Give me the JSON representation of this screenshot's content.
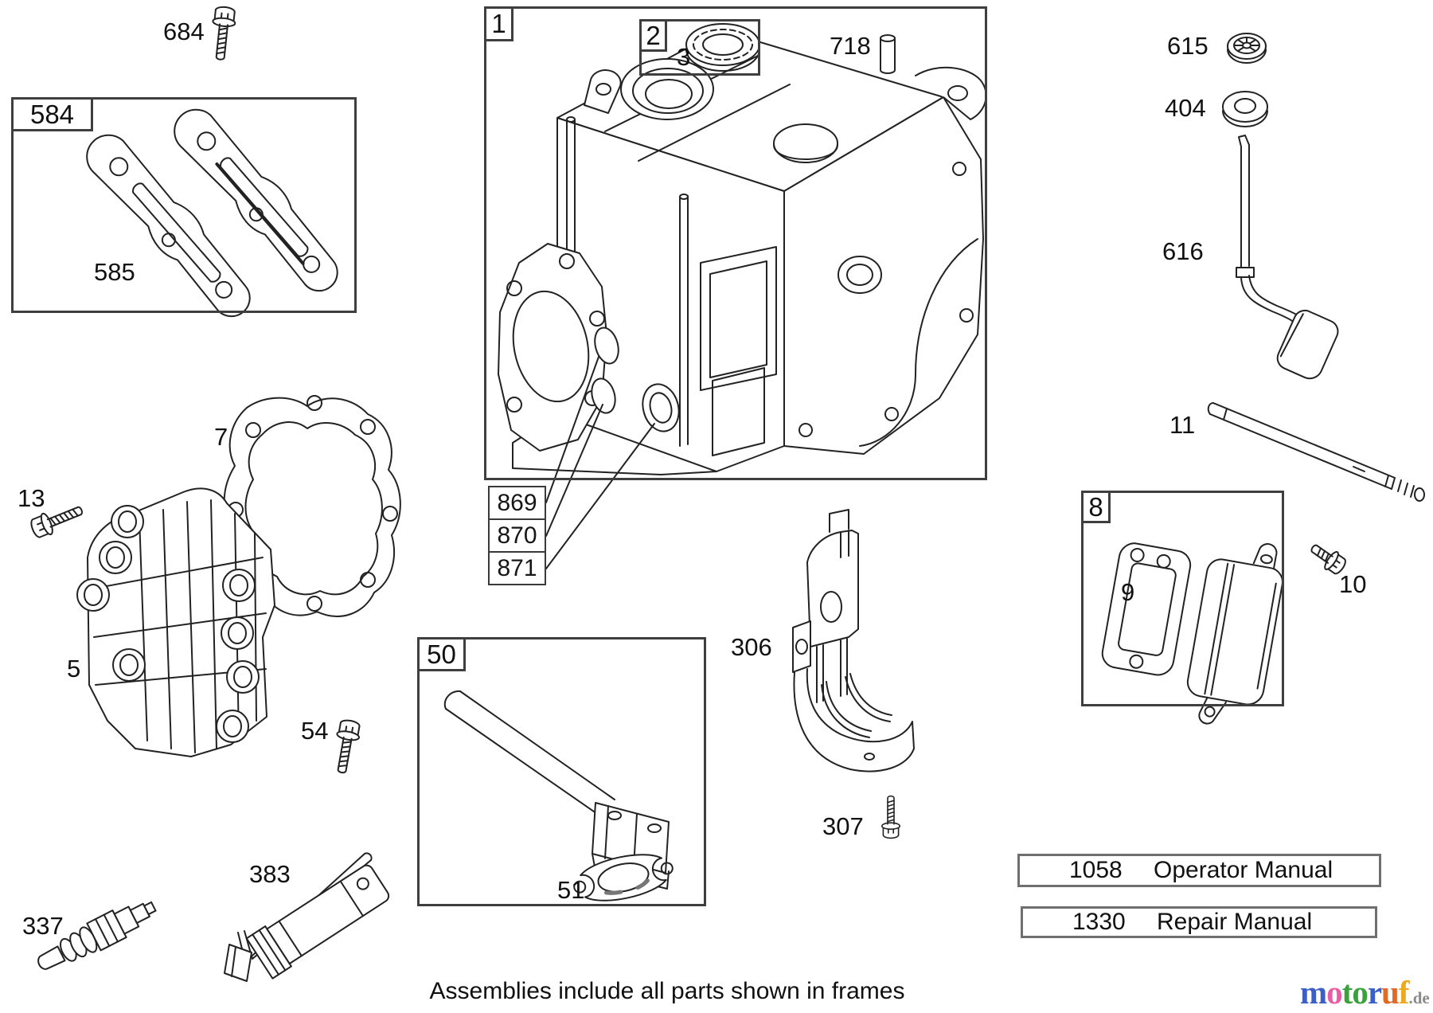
{
  "colors": {
    "line": "#222222",
    "frame": "#3f3f3f",
    "table_border": "#6f6f6f",
    "text": "#111111",
    "logo_suffix": "#8a8a8a"
  },
  "callouts": {
    "c684": "684",
    "c584": "584",
    "c585": "585",
    "c1": "1",
    "c2": "2",
    "c3": "3",
    "c718": "718",
    "c615": "615",
    "c404": "404",
    "c616": "616",
    "c11": "11",
    "c8": "8",
    "c9": "9",
    "c10": "10",
    "c13": "13",
    "c7": "7",
    "c5": "5",
    "c54": "54",
    "c50": "50",
    "c51": "51",
    "c306": "306",
    "c307": "307",
    "c383": "383",
    "c337": "337",
    "c869": "869",
    "c870": "870",
    "c871": "871"
  },
  "manuals": [
    {
      "number": "1058",
      "title": "Operator Manual"
    },
    {
      "number": "1330",
      "title": "Repair Manual"
    }
  ],
  "footer_note": "Assemblies include all parts shown in frames",
  "logo": {
    "letters": [
      {
        "ch": "m",
        "color": "#3b5fc4"
      },
      {
        "ch": "o",
        "color": "#e85da6"
      },
      {
        "ch": "t",
        "color": "#3aa23a"
      },
      {
        "ch": "o",
        "color": "#3aa23a"
      },
      {
        "ch": "r",
        "color": "#3b5fc4"
      },
      {
        "ch": "u",
        "color": "#e06a28"
      },
      {
        "ch": "f",
        "color": "#eeaa1e"
      }
    ],
    "suffix": ".de"
  }
}
